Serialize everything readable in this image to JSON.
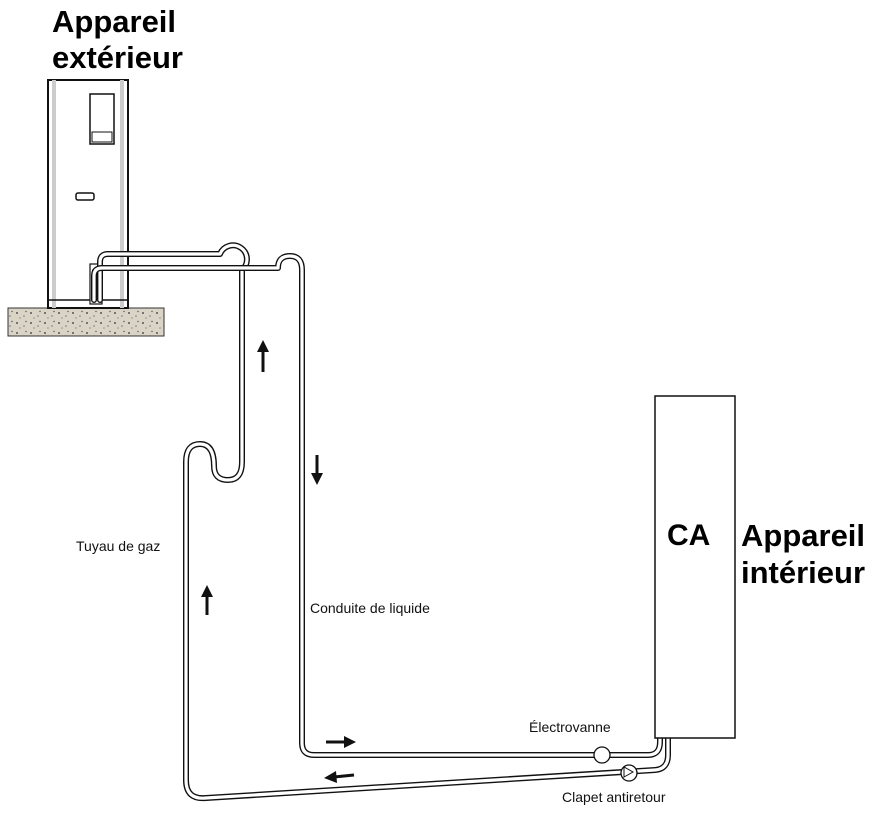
{
  "outdoor_unit": {
    "title_line1": "Appareil",
    "title_line2": "extérieur"
  },
  "indoor_unit": {
    "badge": "CA",
    "title_line1": "Appareil",
    "title_line2": "intérieur"
  },
  "labels": {
    "gas_pipe": "Tuyau de gaz",
    "liquid_pipe": "Conduite de liquide",
    "solenoid_valve": "Électrovanne",
    "check_valve": "Clapet antiretour"
  }
}
